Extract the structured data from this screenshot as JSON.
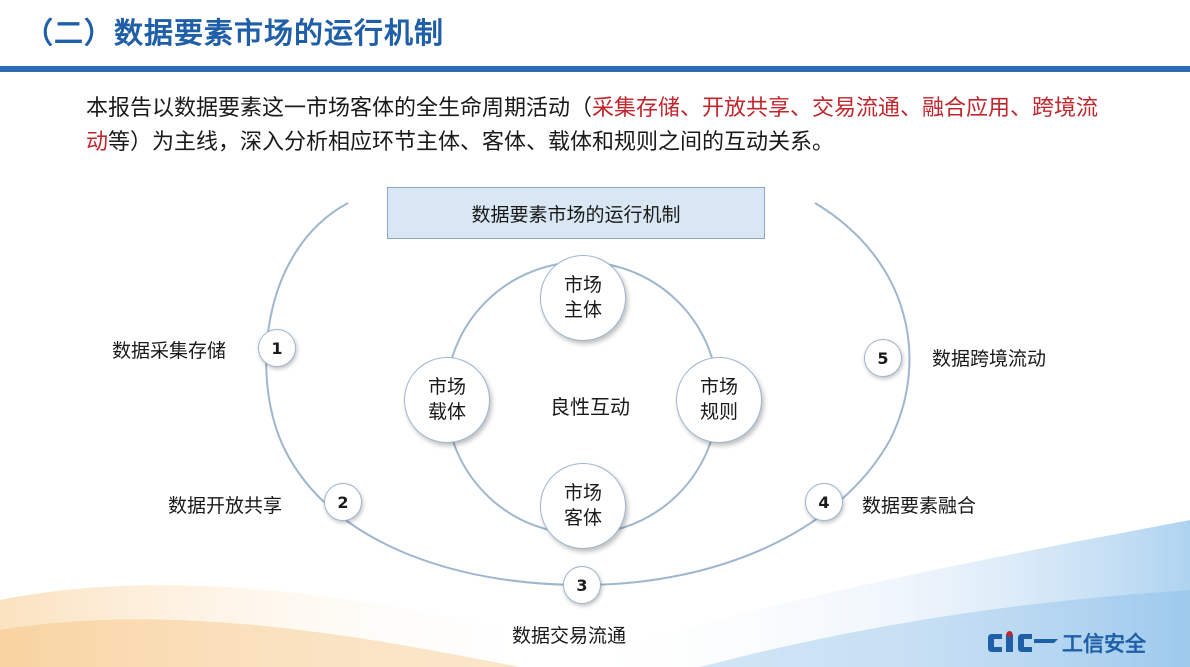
{
  "header": {
    "title": "（二）数据要素市场的运行机制"
  },
  "intro": {
    "part1": "本报告以数据要素这一市场客体的全生命周期活动（",
    "highlight": "采集存储、开放共享、交易流通、融合应用、跨境流动",
    "part2": "等）为主线，深入分析相应环节主体、客体、载体和规则之间的互动关系。"
  },
  "diagram": {
    "title": "数据要素市场的运行机制",
    "center": "良性互动",
    "nodes": {
      "top": [
        "市场",
        "主体"
      ],
      "left": [
        "市场",
        "载体"
      ],
      "right": [
        "市场",
        "规则"
      ],
      "bottom": [
        "市场",
        "客体"
      ]
    },
    "steps": [
      {
        "num": "1",
        "label": "数据采集存储"
      },
      {
        "num": "2",
        "label": "数据开放共享"
      },
      {
        "num": "3",
        "label": "数据交易流通"
      },
      {
        "num": "4",
        "label": "数据要素融合"
      },
      {
        "num": "5",
        "label": "数据跨境流动"
      }
    ]
  },
  "logo": {
    "mark": "CIC",
    "text": "工信安全"
  },
  "colors": {
    "title_blue": "#1f5fa8",
    "highlight_red": "#c0262d",
    "line_blue": "#9fb6cf",
    "box_fill": "#d9e6f3"
  }
}
